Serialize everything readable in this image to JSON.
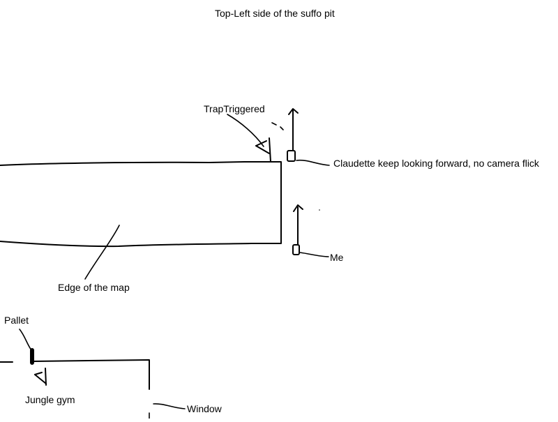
{
  "title": "Top-Left side of the suffo pit",
  "labels": {
    "trap": "TrapTriggered",
    "claudette": "Claudette keep looking forward, no camera flick",
    "me": "Me",
    "edge": "Edge of the map",
    "pallet": "Pallet",
    "jungle_gym": "Jungle gym",
    "window": "Window"
  },
  "colors": {
    "ink": "#000000",
    "background": "#ffffff"
  },
  "icons": [
    "trap-icon",
    "survivor-claudette-icon",
    "survivor-me-icon",
    "pallet-icon",
    "up-arrow-icon"
  ]
}
